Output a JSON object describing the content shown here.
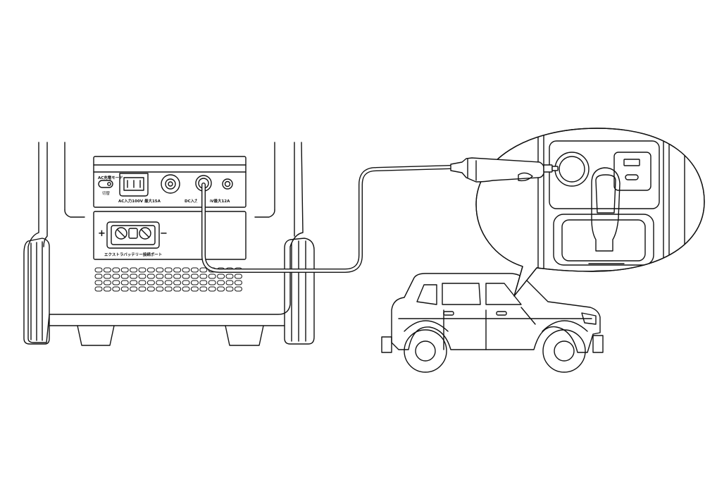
{
  "panel": {
    "ac_mode_label": "AC充電モード",
    "ac_switch_caption": "切替",
    "ac_input_label": "AC入力100V 最大15A",
    "dc_input_label": "DC入力12-48V最大12A",
    "battery_port_label": "エクストラバッテリー接続ポート",
    "plus_sign": "+",
    "minus_sign": "−"
  },
  "colors": {
    "line": "#111111",
    "background": "#ffffff"
  },
  "icons": [
    "power-station-unit",
    "car-charger-cable",
    "cigarette-lighter-plug",
    "car-icon",
    "car-socket-callout"
  ]
}
